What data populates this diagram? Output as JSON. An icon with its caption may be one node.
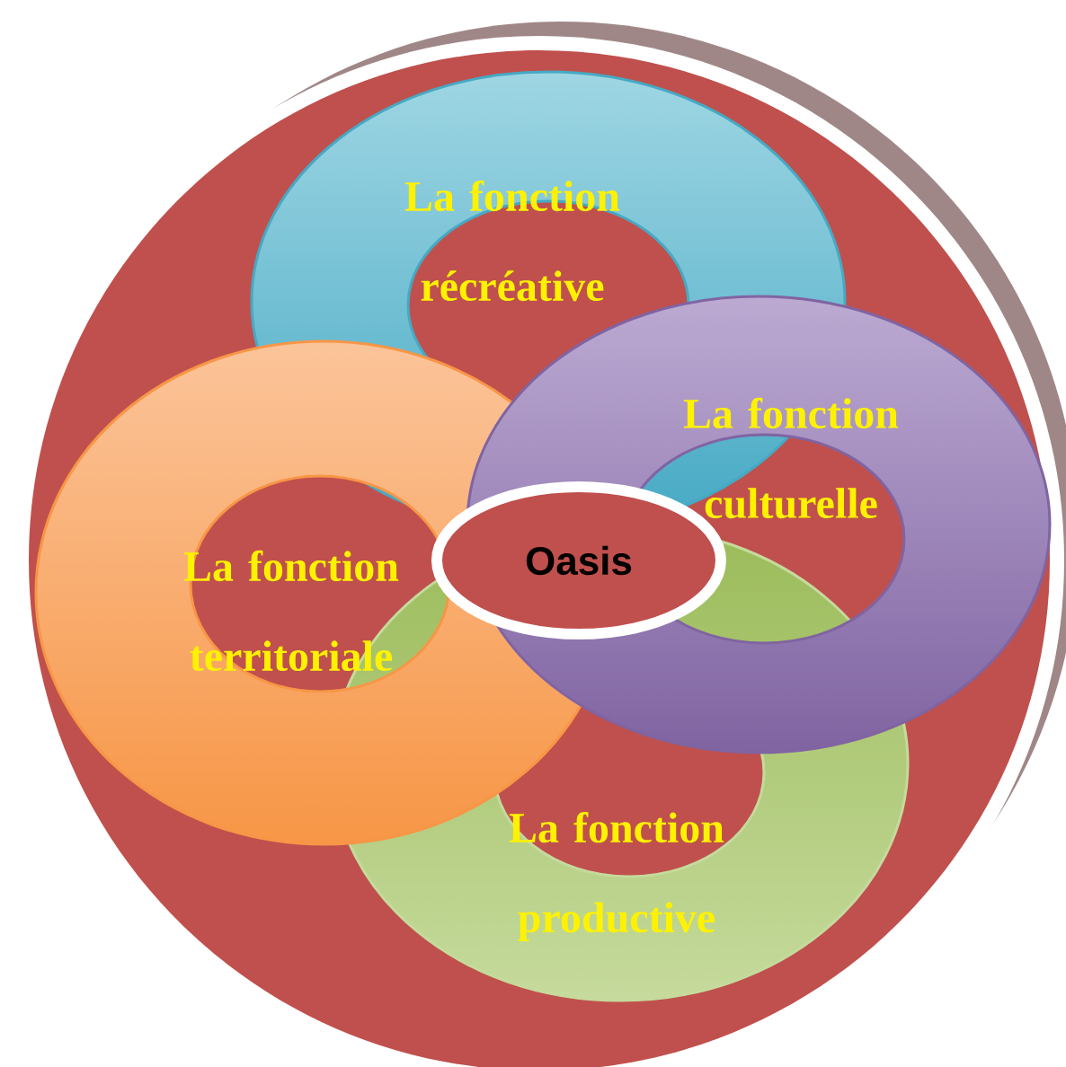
{
  "diagram": {
    "nodes": [
      {
        "text": [
          "La fonction récréative"
        ]
      },
      {
        "text": [
          "La fonction culturelle"
        ]
      },
      {
        "text": [
          "La fonction territoriale"
        ]
      },
      {
        "text": [
          "La fonction productive"
        ]
      },
      {
        "text": [
          "Oasis"
        ]
      }
    ]
  }
}
